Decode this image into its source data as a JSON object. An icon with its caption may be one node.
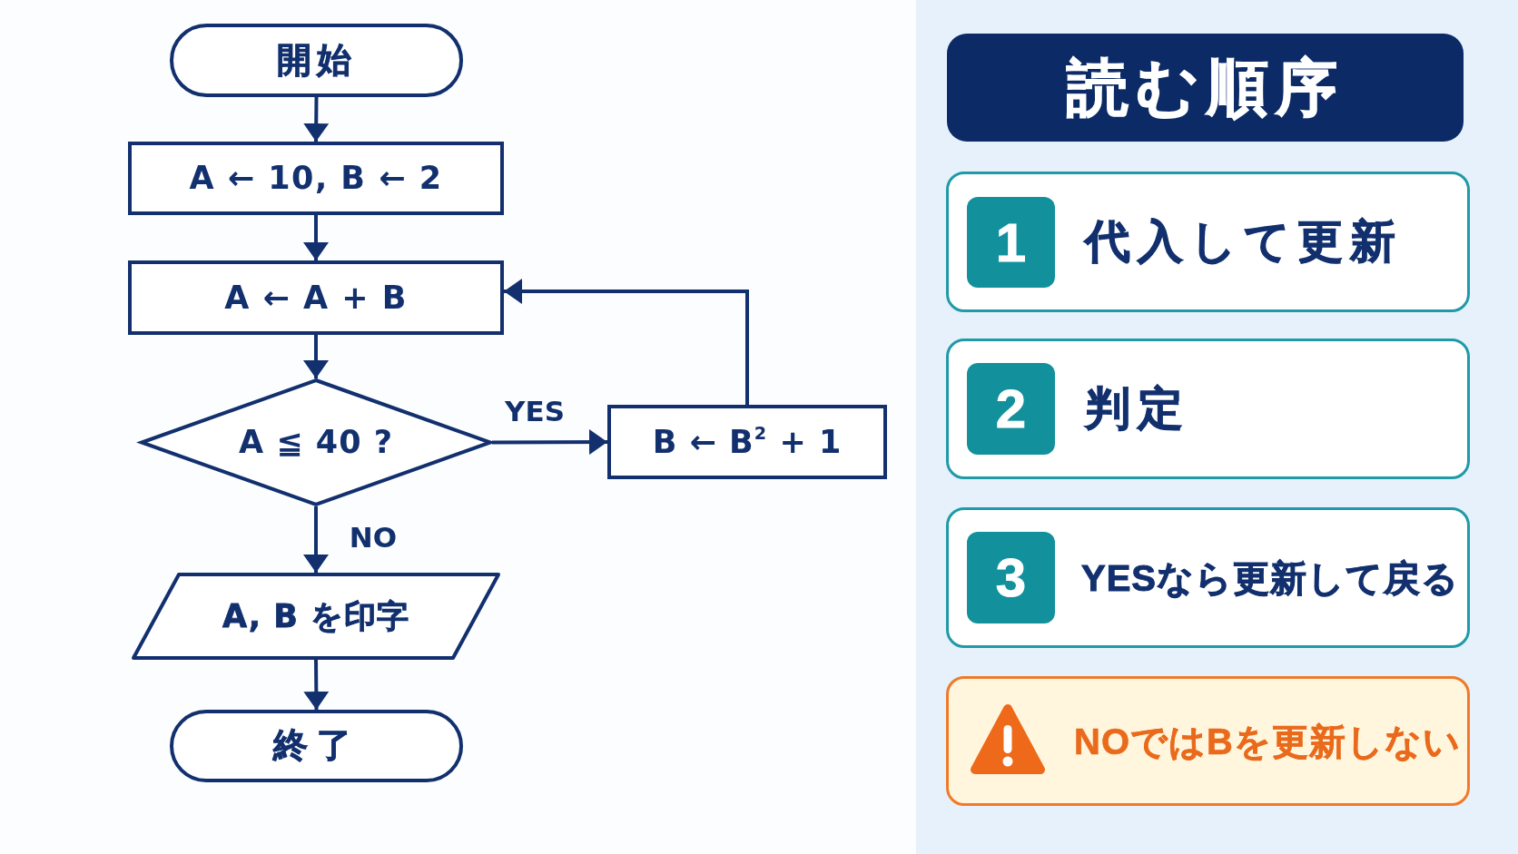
{
  "diagram": {
    "nodes": [
      {
        "text": [
          "開始"
        ]
      },
      {
        "text": [
          "A ← 10, B ← 2"
        ]
      },
      {
        "text": [
          "A ← A + B"
        ]
      },
      {
        "text": [
          "A ≦ 40 ?"
        ]
      },
      {
        "text": [
          "B ← B$^{2}$ + 1"
        ]
      },
      {
        "text": [
          "A, B を印字"
        ]
      },
      {
        "text": [
          "終了"
        ]
      },
      {
        "text": [
          "読む順序"
        ]
      },
      {
        "text": [
          "代入して更新"
        ]
      },
      {
        "text": [
          "1"
        ],
        "in": 8
      },
      {
        "text": [
          "判定"
        ]
      },
      {
        "text": [
          "2"
        ],
        "in": 10
      },
      {
        "text": [
          "YESなら更新して戻る"
        ]
      },
      {
        "text": [
          "3"
        ],
        "in": 12
      },
      {
        "text": [
          "NOではBを更新しない"
        ]
      }
    ],
    "edges": [
      {
        "from": 0,
        "to": 1,
        "arrow": "to"
      },
      {
        "from": 1,
        "to": 2,
        "arrow": "to"
      },
      {
        "from": 2,
        "to": 3,
        "arrow": "to"
      },
      {
        "from": 3,
        "to": 4,
        "arrow": "to",
        "label": "YES"
      },
      {
        "from": 3,
        "to": 5,
        "arrow": "to",
        "label": "NO"
      },
      {
        "from": 5,
        "to": 6,
        "arrow": "to"
      },
      {
        "from": 4,
        "to": 2,
        "arrow": "to"
      }
    ]
  }
}
